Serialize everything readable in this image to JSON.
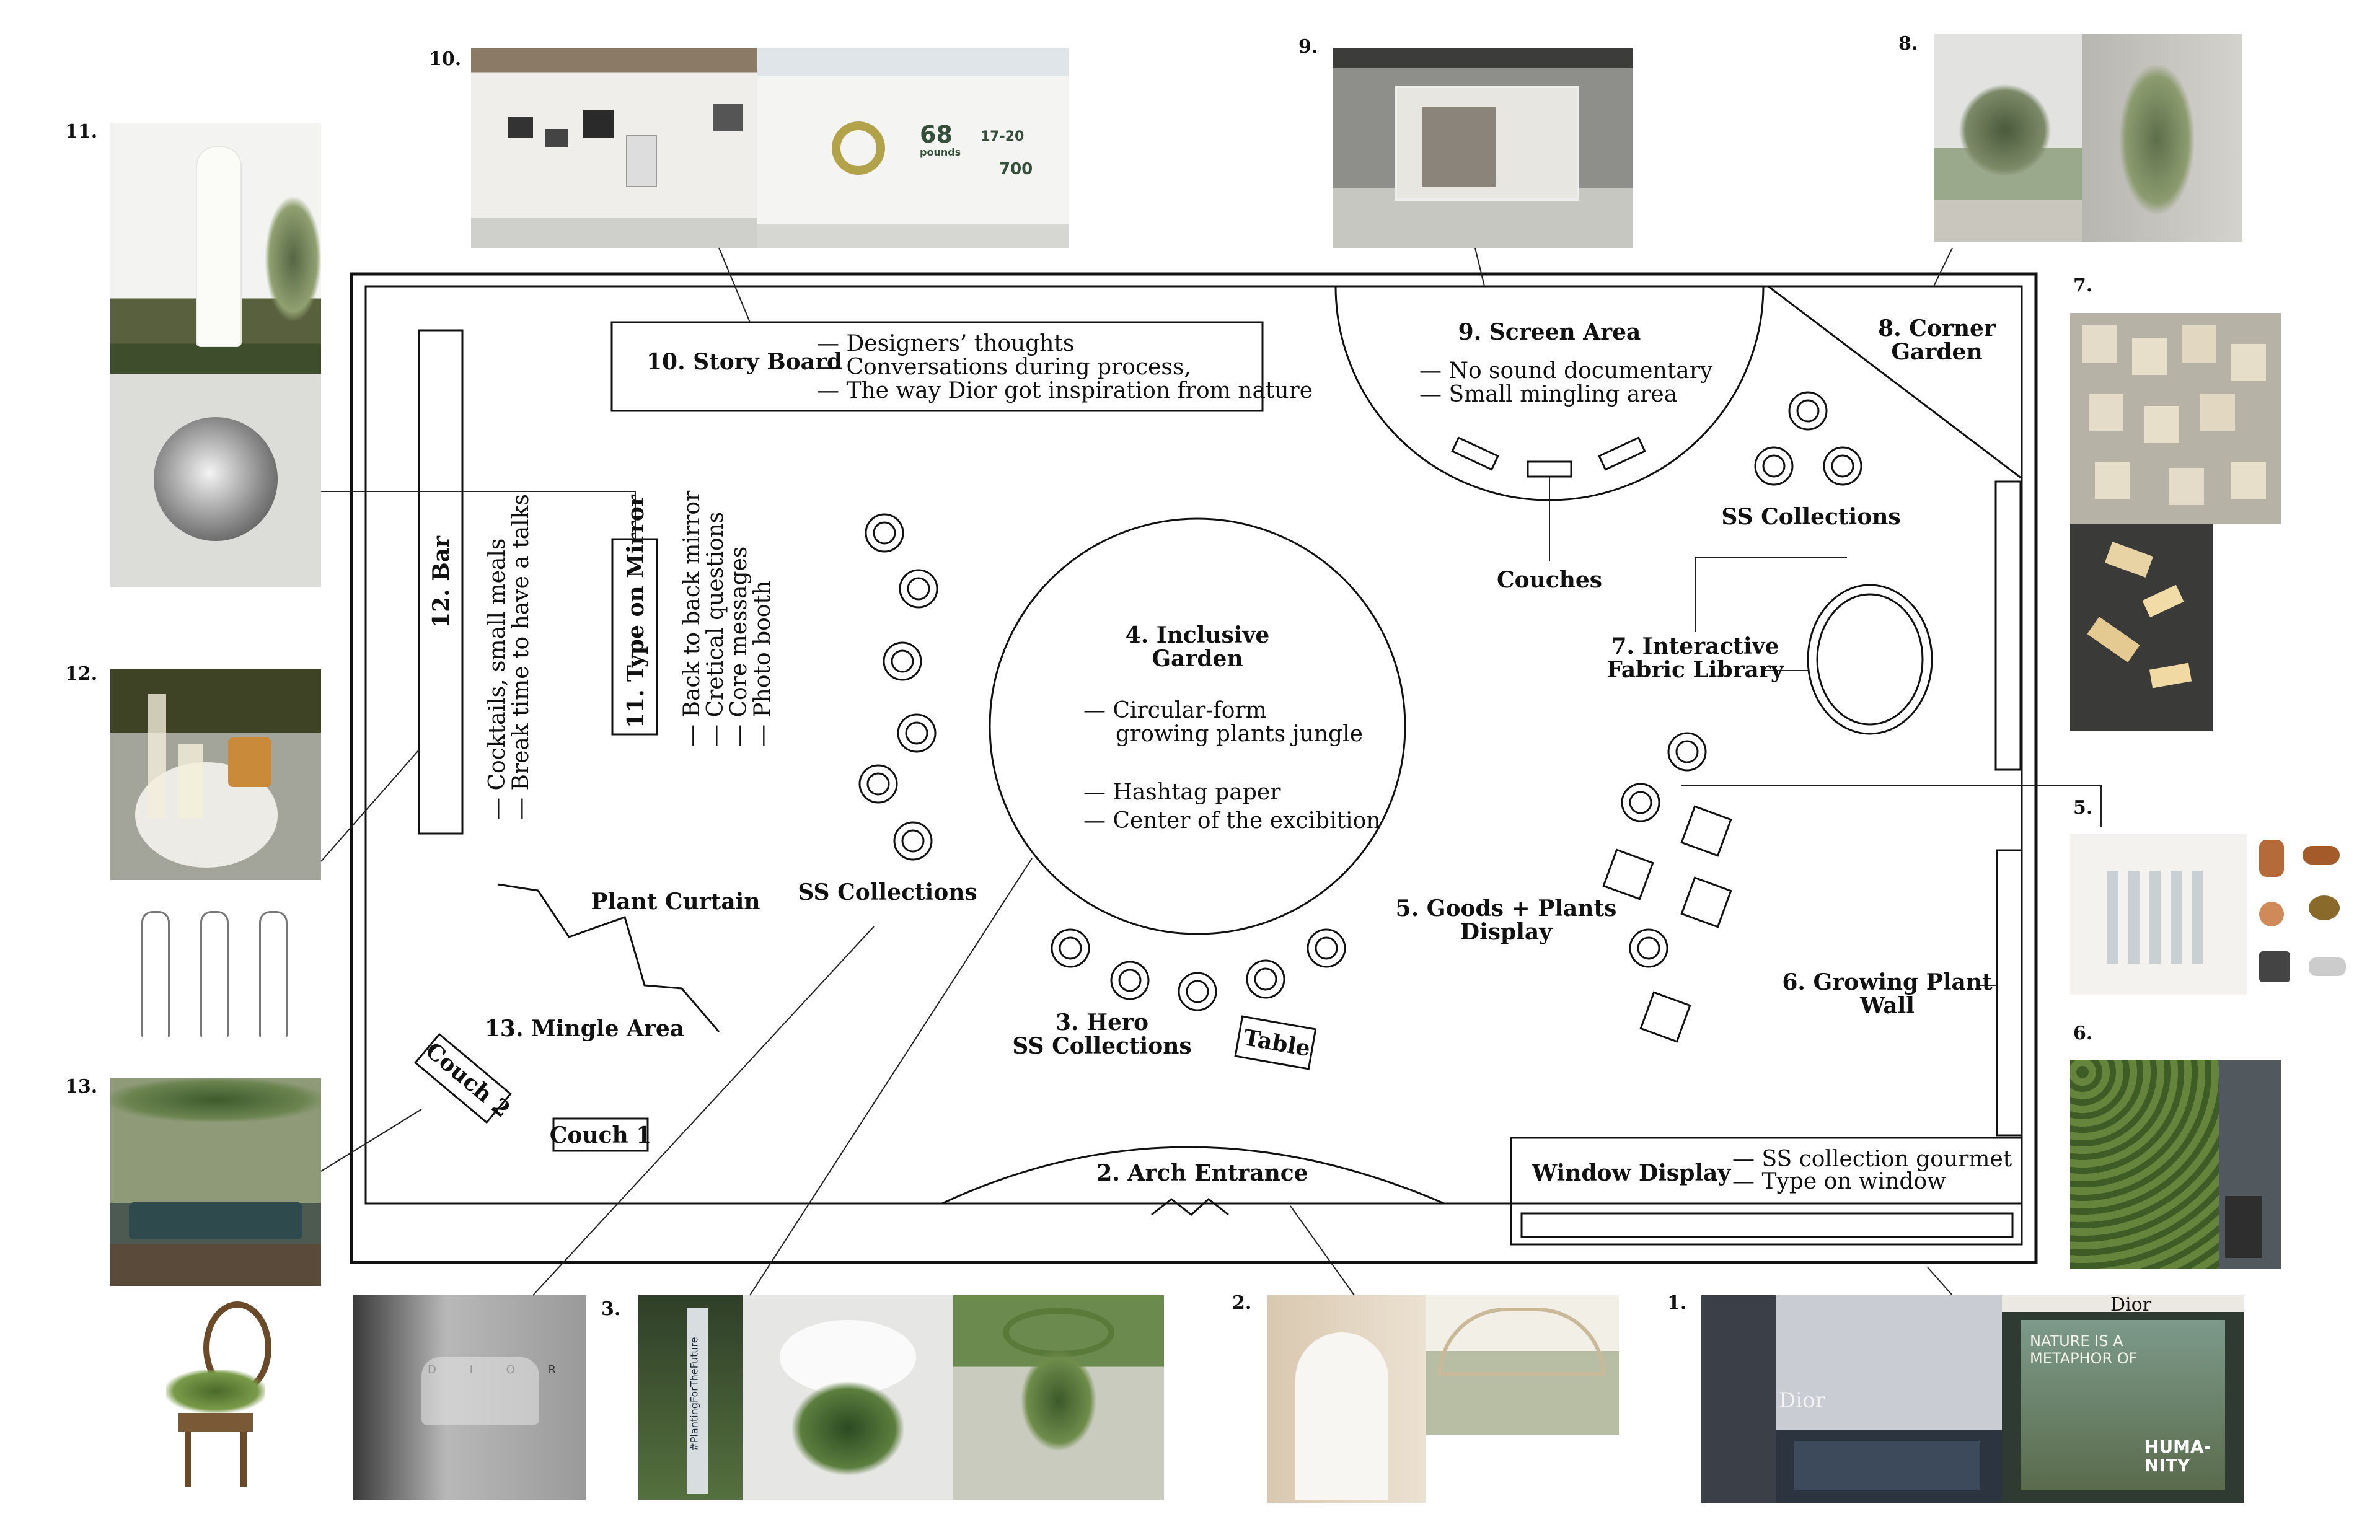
{
  "labels": {
    "story_board": "10. Story Board",
    "story_1": "— Designers’ thoughts",
    "story_2": "— Conversations during process,",
    "story_3": "— The way Dior got inspiration from nature",
    "screen_area": "9. Screen Area",
    "screen_1": "— No sound documentary",
    "screen_2": "— Small mingling area",
    "couches": "Couches",
    "corner_garden_1": "8. Corner",
    "corner_garden_2": "Garden",
    "ss_collections_right": "SS Collections",
    "fabric_lib_1": "7. Interactive",
    "fabric_lib_2": "Fabric Library",
    "inclusive_1": "4. Inclusive",
    "inclusive_2": "Garden",
    "incl_1": "— Circular-form",
    "incl_2": "growing plants jungle",
    "incl_3": "— Hashtag paper",
    "incl_4": "— Center of the excibition",
    "bar": "12. Bar",
    "bar_1": "— Cocktails, small meals",
    "bar_2": "— Break time to have a talks",
    "mirror": "11. Type on Mirror",
    "mirror_1": "— Back to back mirror",
    "mirror_2": "— Cretical questions",
    "mirror_3": "— Core messages",
    "mirror_4": "— Photo booth",
    "ss_collections_left": "SS Collections",
    "plant_curtain": "Plant Curtain",
    "mingle_area": "13. Mingle Area",
    "couch_2": "Couch 2",
    "couch_1": "Couch 1",
    "hero_1": "3. Hero",
    "hero_2": "SS Collections",
    "table": "Table",
    "goods_1": "5. Goods + Plants",
    "goods_2": "Display",
    "plant_wall_1": "6. Growing Plant",
    "plant_wall_2": "Wall",
    "arch_entrance": "2. Arch Entrance",
    "window_display": "Window Display",
    "window_1": "— SS collection gourmet",
    "window_2": "— Type on window"
  },
  "photo_numbers": {
    "n1": "1.",
    "n2": "2.",
    "n3": "3.",
    "n5": "5.",
    "n6": "6.",
    "n7": "7.",
    "n8": "8.",
    "n9": "9.",
    "n10": "10.",
    "n11": "11.",
    "n12": "12.",
    "n13": "13."
  },
  "photo_text": {
    "storyboard_big_1": "68",
    "storyboard_big_2": "pounds",
    "storyboard_big_3": "17-20",
    "storyboard_big_4": "700",
    "hashtag": "#PlantingForTheFuture",
    "dior_1": "Dior",
    "dior_2": "Dior",
    "nature": "NATURE IS A METAPHOR OF",
    "humanity": "HUMA- NITY",
    "mannequin": "D I O R"
  }
}
